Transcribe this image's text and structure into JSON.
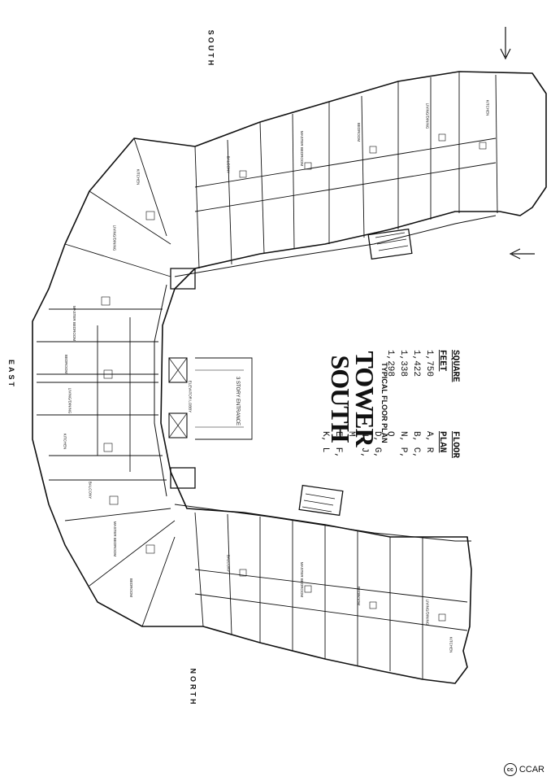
{
  "plan": {
    "title_line1": "TOWER",
    "title_line2": "SOUTH",
    "subtitle": "TYPICAL FLOOR PLAN",
    "directions": {
      "south": "SOUTH",
      "north": "NORTH",
      "east": "EAST"
    },
    "entrance_label": "3 STORY ENTRANCE",
    "elevator_label": "ELEVATOR LOBBY",
    "legend": {
      "floor_plan_header": "FLOOR PLAN",
      "square_feet_header": "SQUARE FEET",
      "rows": [
        {
          "plans": "A, R",
          "sqft": "1,750"
        },
        {
          "plans": "B, C, N, P, Q",
          "sqft": "1,422"
        },
        {
          "plans": "D, G, H, J, M",
          "sqft": "1,338"
        },
        {
          "plans": "E, F, K, L",
          "sqft": "1,298"
        }
      ]
    },
    "room_labels": [
      "MASTER BEDROOM",
      "BEDROOM",
      "LIVING/DINING",
      "KITCHEN",
      "BALCONY"
    ],
    "watermark": "CCAR",
    "watermark_icon": "cc-icon"
  }
}
